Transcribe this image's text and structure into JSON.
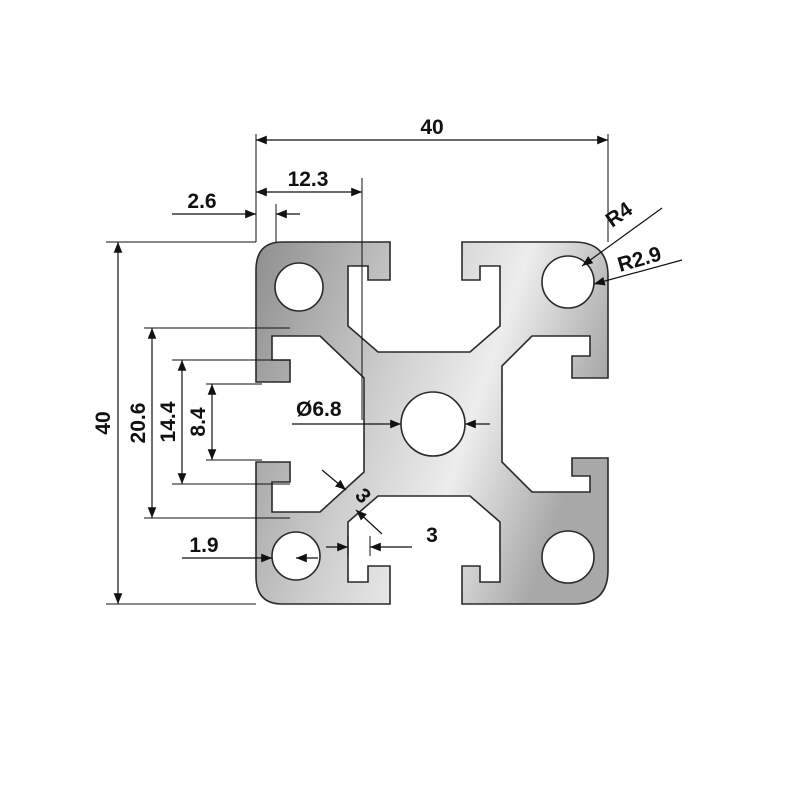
{
  "dimensions": {
    "overall_width": "40",
    "slot_offset": "12.3",
    "wall_thickness": "2.6",
    "corner_radius": "R4",
    "hole_radius": "R2.9",
    "overall_height": "40",
    "depth_outer": "20.6",
    "depth_mid": "14.4",
    "slot_opening": "8.4",
    "center_bore": "Ø6.8",
    "web_thickness": "3",
    "lip_thickness": "1.9",
    "rib_thickness": "3"
  },
  "colors": {
    "profile_light": "#f2f2f2",
    "profile_dark": "#9a9a9a",
    "outline": "#2a2a2a",
    "dimension_ink": "#111111"
  }
}
